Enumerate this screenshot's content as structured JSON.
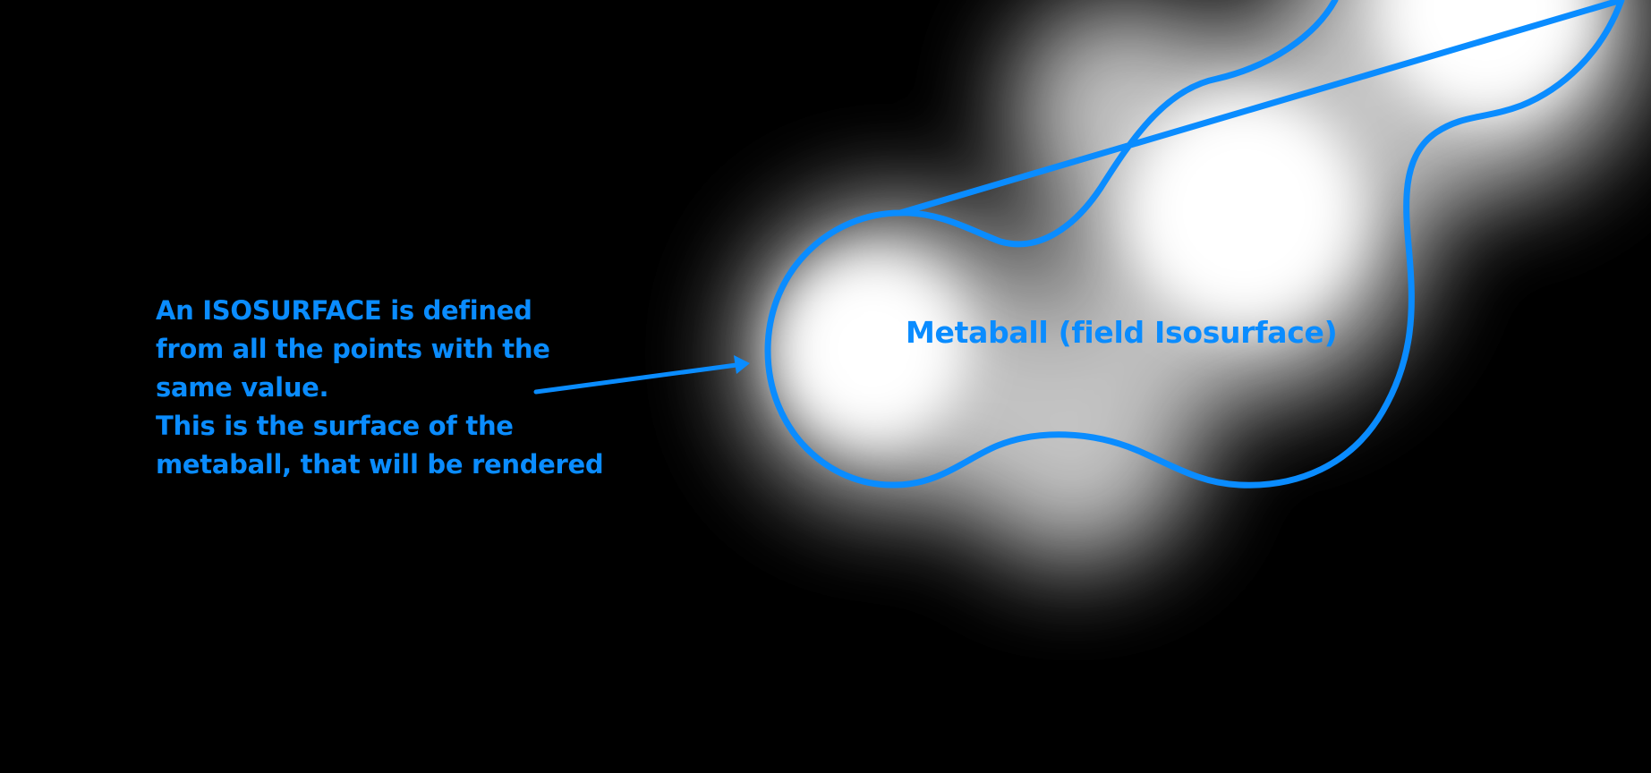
{
  "colors": {
    "background": "#000000",
    "accent": "#0a8cff",
    "glow": "#ffffff"
  },
  "annotation": {
    "lines": [
      "An ISOSURFACE is defined",
      "from all the points with the",
      "same value.",
      "This is the surface of the",
      "metaball, that will be rendered"
    ]
  },
  "shape_label": "Metaball (field Isosurface)"
}
